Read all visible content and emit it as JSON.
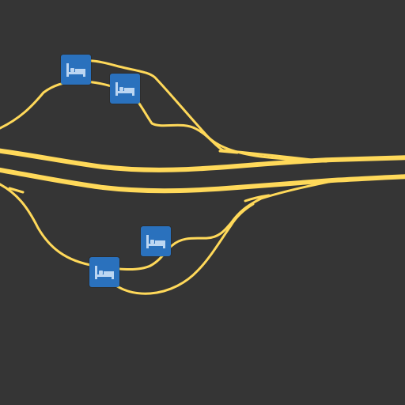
{
  "map": {
    "colors": {
      "background": "#353535",
      "road": "#ffd95a",
      "poi_background": "#2a71bd",
      "poi_glyph": "#bcd6f2"
    },
    "pois": [
      {
        "type": "lodging",
        "icon": "bed-icon"
      },
      {
        "type": "lodging",
        "icon": "bed-icon"
      },
      {
        "type": "lodging",
        "icon": "bed-icon"
      },
      {
        "type": "lodging",
        "icon": "bed-icon"
      }
    ]
  }
}
